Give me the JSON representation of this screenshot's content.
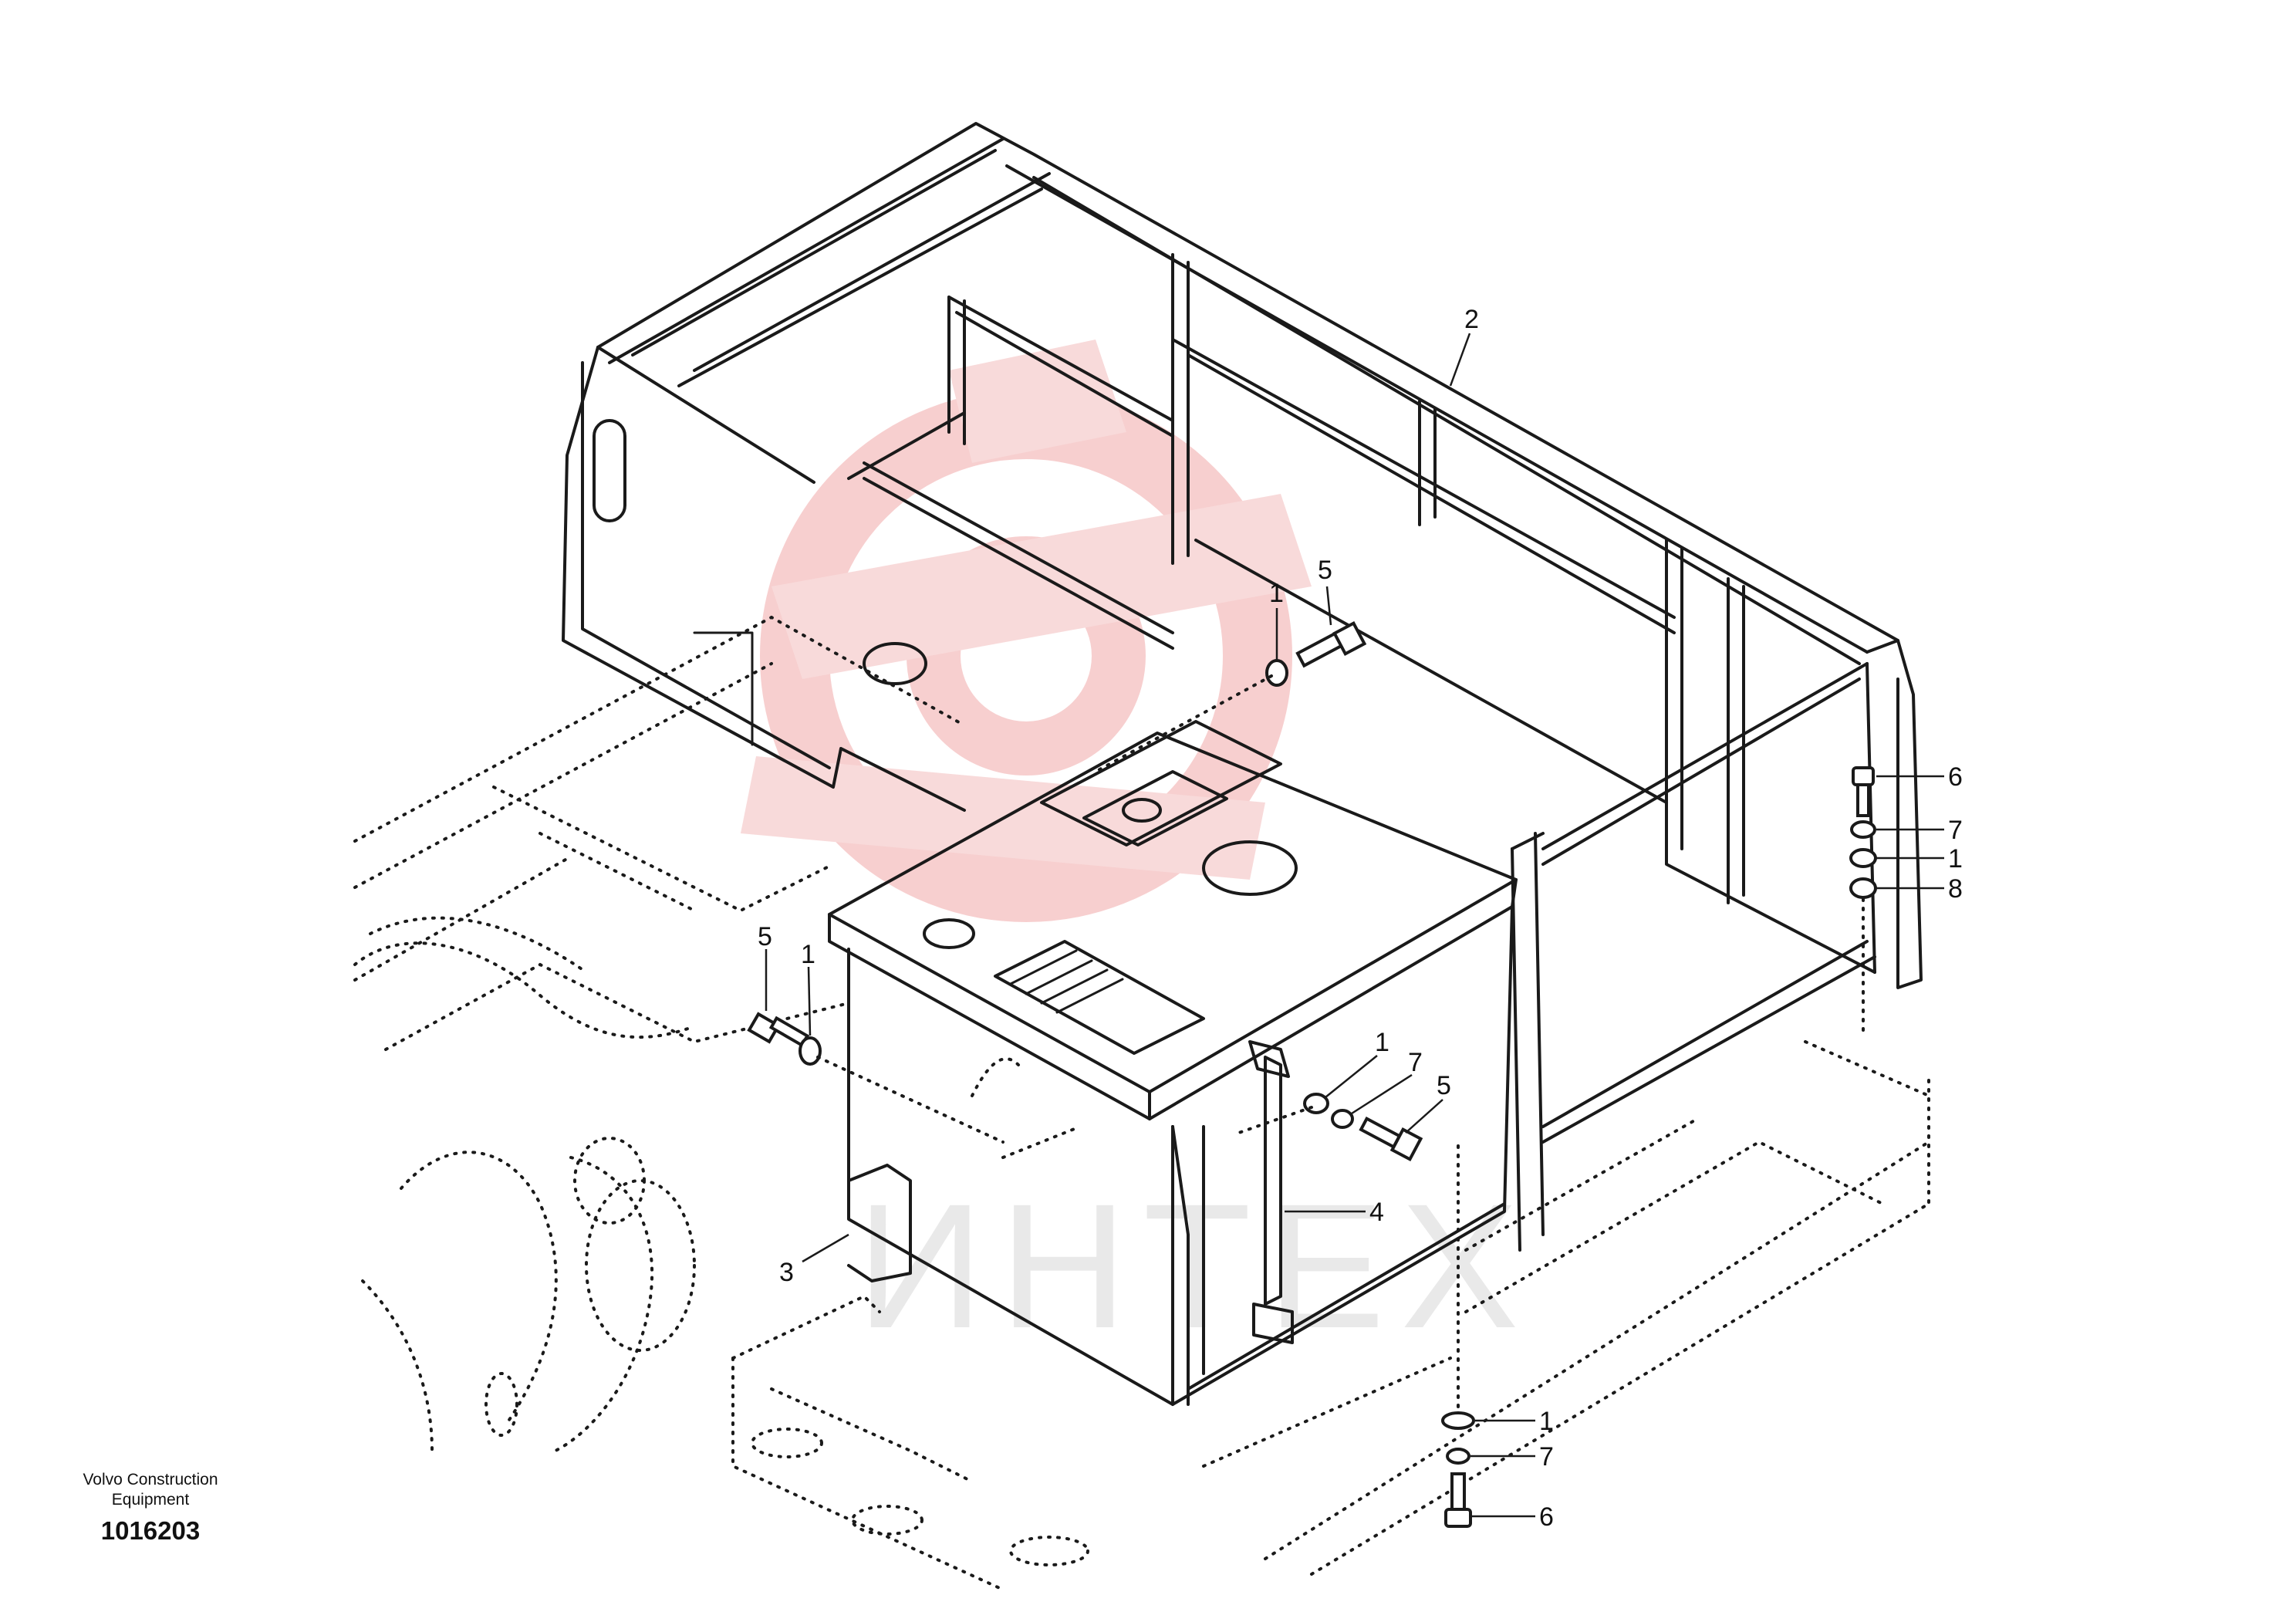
{
  "footer": {
    "manufacturer": "Volvo Construction Equipment",
    "document_number": "1016203"
  },
  "watermark": {
    "text": "ИНТЕХ",
    "color": "#f3b4b4"
  },
  "callouts": [
    {
      "id": "c2a",
      "label": "2"
    },
    {
      "id": "c5a",
      "label": "5"
    },
    {
      "id": "c1a",
      "label": "1"
    },
    {
      "id": "c6a",
      "label": "6"
    },
    {
      "id": "c7a",
      "label": "7"
    },
    {
      "id": "c1b",
      "label": "1"
    },
    {
      "id": "c8a",
      "label": "8"
    },
    {
      "id": "c5b",
      "label": "5"
    },
    {
      "id": "c1c",
      "label": "1"
    },
    {
      "id": "c1d",
      "label": "1"
    },
    {
      "id": "c7b",
      "label": "7"
    },
    {
      "id": "c5c",
      "label": "5"
    },
    {
      "id": "c4a",
      "label": "4"
    },
    {
      "id": "c3a",
      "label": "3"
    },
    {
      "id": "c1e",
      "label": "1"
    },
    {
      "id": "c7c",
      "label": "7"
    },
    {
      "id": "c6b",
      "label": "6"
    }
  ]
}
